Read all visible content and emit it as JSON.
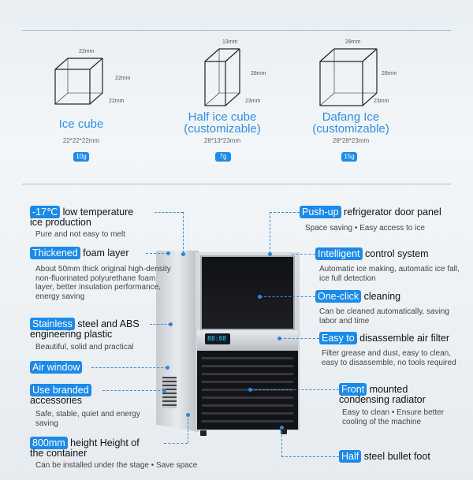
{
  "cubes": [
    {
      "name_lines": [
        "Ice cube"
      ],
      "size": "22*22*22mm",
      "weight": "10g",
      "dims": {
        "top": "22mm",
        "right": "22mm",
        "bottom": "22mm"
      }
    },
    {
      "name_lines": [
        "Half ice cube",
        "(customizable)"
      ],
      "size": "28*13*23mm",
      "weight": "7g",
      "dims": {
        "top": "13mm",
        "right": "28mm",
        "bottom": "23mm"
      }
    },
    {
      "name_lines": [
        "Dafang Ice",
        "(customizable)"
      ],
      "size": "28*28*23mm",
      "weight": "15g",
      "dims": {
        "top": "28mm",
        "right": "28mm",
        "bottom": "23mm"
      }
    }
  ],
  "features_left": [
    {
      "highlight": "-17℃",
      "rest": " low temperature",
      "line2": "ice production",
      "desc": "Pure and not easy to melt"
    },
    {
      "highlight": "Thickened",
      "rest": " foam layer",
      "line2": "",
      "desc": "About 50mm thick original high-density non-fluorinated polyurethane foam layer, better insulation performance, energy saving"
    },
    {
      "highlight": "Stainless",
      "rest": " steel and ABS",
      "line2": "engineering plastic",
      "desc": "Beautiful, solid and practical"
    },
    {
      "highlight": "Air window",
      "rest": "",
      "line2": "",
      "desc": ""
    },
    {
      "highlight": "Use branded",
      "rest": "",
      "line2": "accessories",
      "desc": "Safe, stable, quiet and energy saving"
    },
    {
      "highlight": "800mm",
      "rest": " height Height of",
      "line2": "the container",
      "desc": "Can be installed under the stage  •  Save space"
    }
  ],
  "features_right": [
    {
      "highlight": "Push-up",
      "rest": " refrigerator door panel",
      "line2": "",
      "desc": "Space saving  •  Easy access to ice"
    },
    {
      "highlight": "Intelligent",
      "rest": " control system",
      "line2": "",
      "desc": "Automatic ice making, automatic ice fall, ice full detection"
    },
    {
      "highlight": "One-click",
      "rest": " cleaning",
      "line2": "",
      "desc": "Can be cleaned automatically, saving labor and time"
    },
    {
      "highlight": "Easy to",
      "rest": " disassemble air filter",
      "line2": "",
      "desc": "Filter grease and dust, easy to clean, easy to disassemble, no tools required"
    },
    {
      "highlight": "Front",
      "rest": " mounted",
      "line2": "condensing radiator",
      "desc": "Easy to clean  •  Ensure better cooling of the machine"
    },
    {
      "highlight": "Half",
      "rest": " steel bullet foot",
      "line2": "",
      "desc": ""
    }
  ],
  "machine": {
    "display": "88:88"
  },
  "colors": {
    "accent": "#1c8ae8",
    "cube_label": "#2f8fe6"
  }
}
